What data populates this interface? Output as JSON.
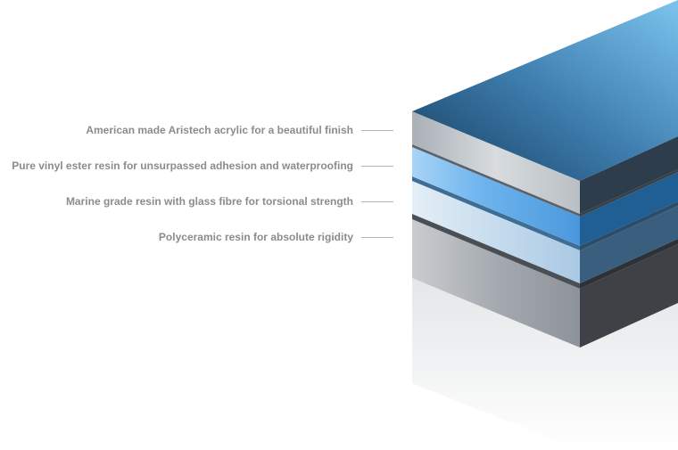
{
  "layers": [
    {
      "label": "American made Aristech acrylic for a beautiful finish"
    },
    {
      "label": "Pure vinyl ester resin for unsurpassed adhesion and waterproofing"
    },
    {
      "label": "Marine grade resin with glass fibre for torsional strength"
    },
    {
      "label": "Polyceramic resin for absolute rigidity"
    }
  ],
  "colors": {
    "label": "#8c8c8c",
    "acrylic_top": "#3f7fb0",
    "vinyl": "#5aa6e6",
    "glass": "#cfe3f3",
    "polyceramic": "#9a9ea3"
  }
}
